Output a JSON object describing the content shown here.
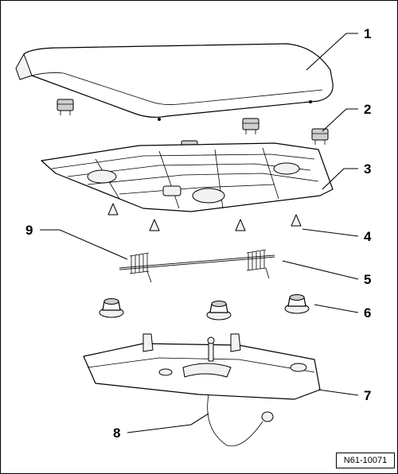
{
  "callouts": {
    "c1": "1",
    "c2": "2",
    "c3": "3",
    "c4": "4",
    "c5": "5",
    "c6": "6",
    "c7": "7",
    "c8": "8",
    "c9": "9"
  },
  "reference_code": "N61-10071",
  "colors": {
    "line": "#000000",
    "background": "#ffffff",
    "shade": "#cfcfcf"
  }
}
